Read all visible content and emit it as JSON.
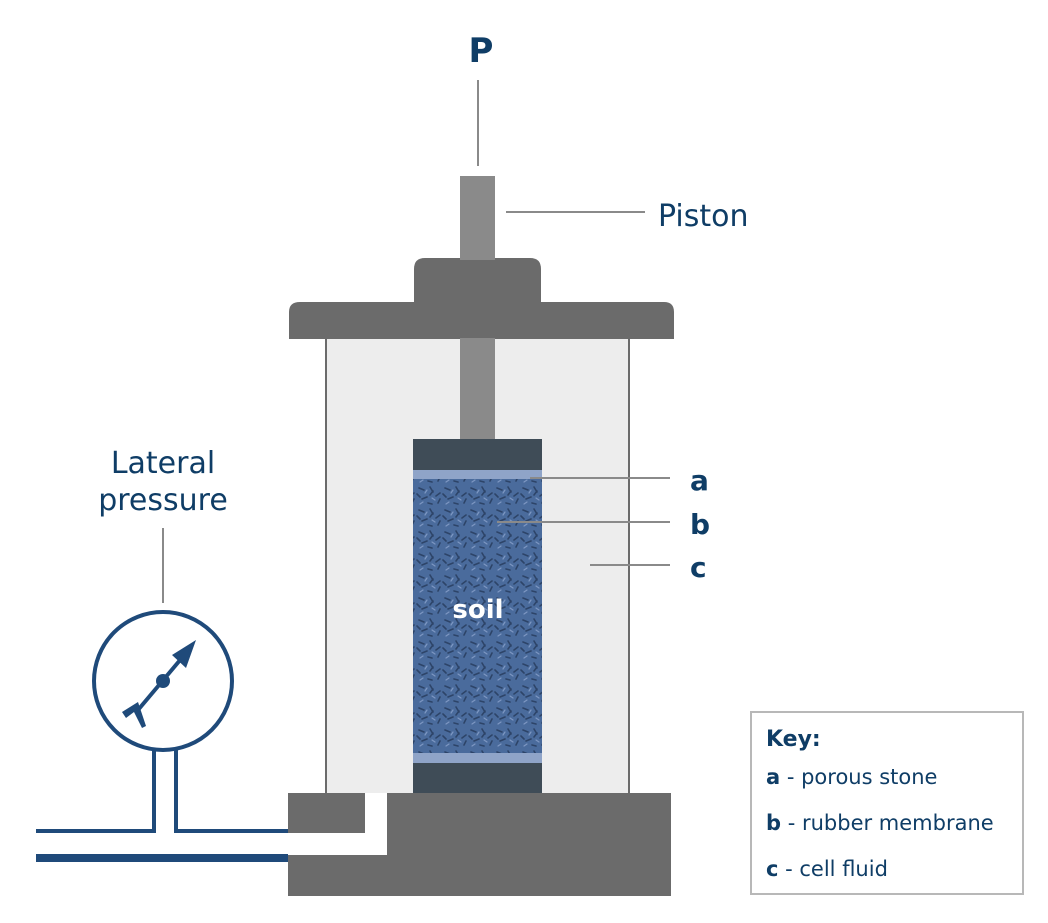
{
  "labels": {
    "load": "P",
    "piston": "Piston",
    "lateral_line1": "Lateral",
    "lateral_line2": "pressure",
    "soil": "soil",
    "a": "a",
    "b": "b",
    "c": "c"
  },
  "key": {
    "title": "Key:",
    "items": [
      {
        "letter": "a",
        "text": " - porous stone"
      },
      {
        "letter": "b",
        "text": " - rubber membrane"
      },
      {
        "letter": "c",
        "text": " - cell fluid"
      }
    ]
  },
  "colors": {
    "dark_gray": "#6b6b6b",
    "piston_gray": "#8a8a8a",
    "cell_fluid": "#ededed",
    "soil_blue": "#4a6b9c",
    "porous_stone": "#8fa4c8",
    "cap_slate": "#3f4c57",
    "navy": "#0f3d66"
  }
}
